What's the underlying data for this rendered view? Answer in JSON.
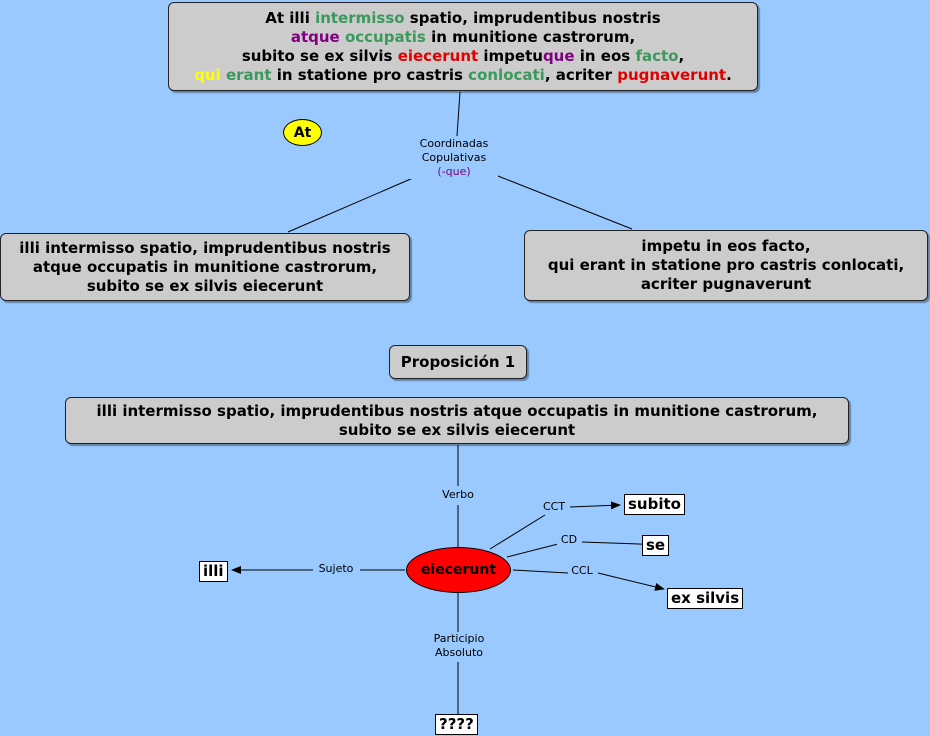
{
  "top_sentence": {
    "line1": [
      {
        "t": "At illi ",
        "c": ""
      },
      {
        "t": "intermisso",
        "c": "g"
      },
      {
        "t": " spatio, imprudentibus nostris",
        "c": ""
      }
    ],
    "line2": [
      {
        "t": "atque",
        "c": "p"
      },
      {
        "t": " ",
        "c": ""
      },
      {
        "t": "occupatis",
        "c": "g"
      },
      {
        "t": " in munitione castrorum,",
        "c": ""
      }
    ],
    "line3": [
      {
        "t": "subito se ex silvis ",
        "c": ""
      },
      {
        "t": "eiecerunt",
        "c": "r"
      },
      {
        "t": " impetu",
        "c": ""
      },
      {
        "t": "que",
        "c": "p"
      },
      {
        "t": " in eos ",
        "c": ""
      },
      {
        "t": "facto",
        "c": "g"
      },
      {
        "t": ",",
        "c": ""
      }
    ],
    "line4": [
      {
        "t": "qui",
        "c": "y"
      },
      {
        "t": " ",
        "c": ""
      },
      {
        "t": "erant",
        "c": "g"
      },
      {
        "t": " in statione pro castris ",
        "c": ""
      },
      {
        "t": "conlocati",
        "c": "g"
      },
      {
        "t": ", acriter ",
        "c": ""
      },
      {
        "t": "pugnaverunt",
        "c": "r"
      },
      {
        "t": ".",
        "c": ""
      }
    ]
  },
  "at_node": "At",
  "coord_label": {
    "line1": "Coordinadas",
    "line2": "Copulativas",
    "line3": "(-que)"
  },
  "left_clause": {
    "line1": "illi intermisso spatio, imprudentibus nostris",
    "line2": "atque occupatis in munitione castrorum,",
    "line3": "subito se ex silvis eiecerunt"
  },
  "right_clause": {
    "line1": "impetu in eos facto,",
    "line2": "qui erant in statione pro castris conlocati,",
    "line3": "acriter pugnaverunt"
  },
  "prop_title": "Proposición 1",
  "prop_sentence": {
    "line1": "illi intermisso spatio, imprudentibus nostris atque occupatis in munitione castrorum,",
    "line2": "subito se ex silvis eiecerunt"
  },
  "verb_label": "Verbo",
  "verb": "eiecerunt",
  "relations": {
    "sujeto": "Sujeto",
    "cct": "CCT",
    "cd": "CD",
    "ccl": "CCL",
    "participio_line1": "Participio",
    "participio_line2": "Absoluto"
  },
  "targets": {
    "sujeto": "illi",
    "cct": "subito",
    "cd": "se",
    "ccl": "ex silvis",
    "participio": "????"
  },
  "colors": {
    "background": "#99c9ff",
    "box": "#cccccc",
    "green": "#3a9a5b",
    "purple": "#800080",
    "red": "#e00000",
    "yellow": "#ffff00"
  }
}
